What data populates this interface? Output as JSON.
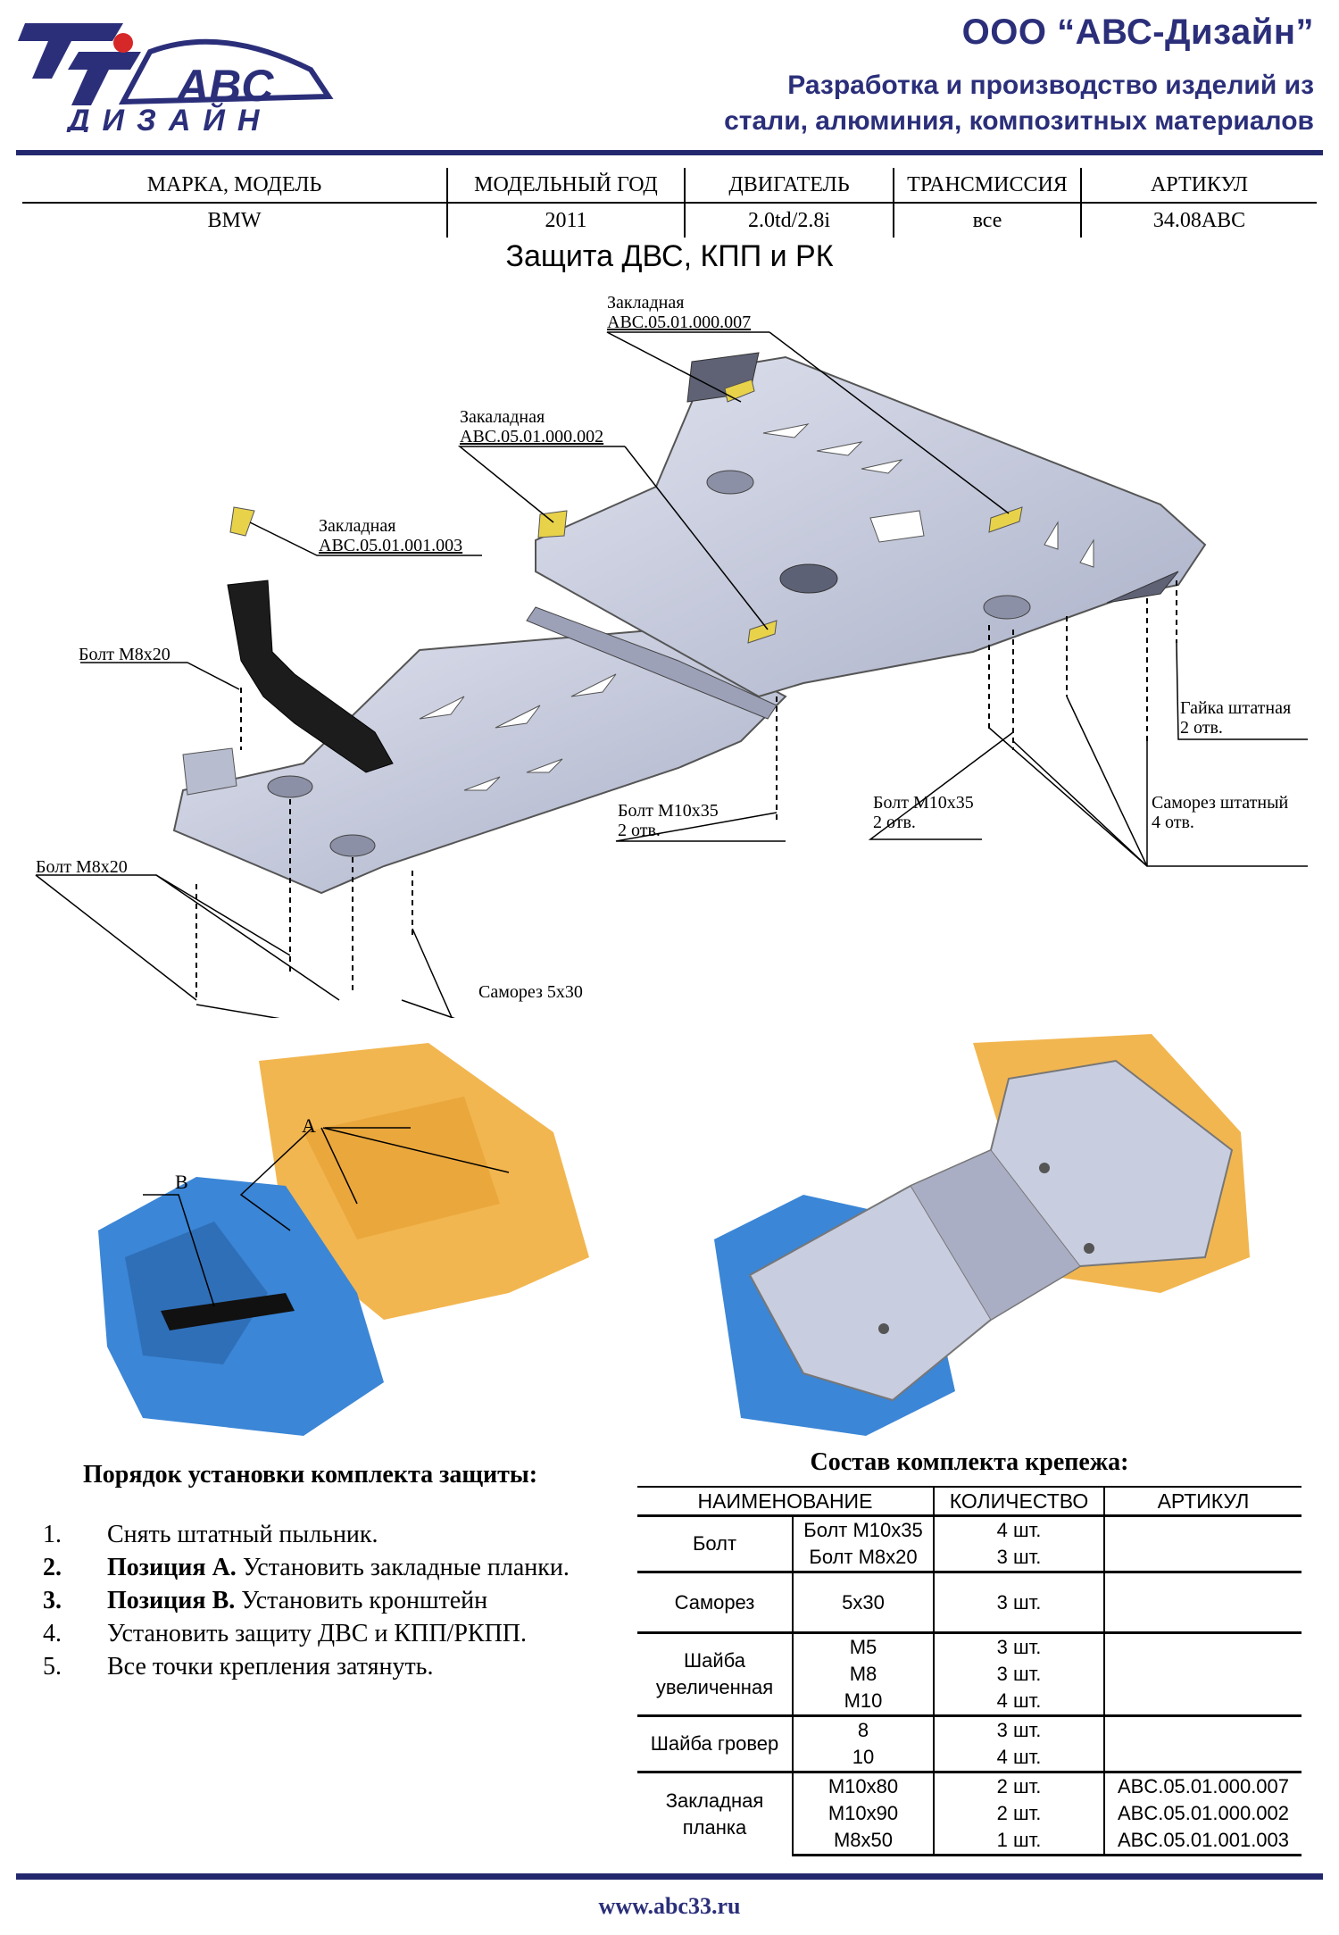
{
  "header": {
    "logo_text_top": "ABC",
    "logo_text_bottom": "ДИЗАЙН",
    "company": "ООО “АВС-Дизайн”",
    "tagline_line1": "Разработка и производство изделий из",
    "tagline_line2": "стали, алюминия, композитных материалов"
  },
  "spec": {
    "headers": [
      "МАРКА, МОДЕЛЬ",
      "МОДЕЛЬНЫЙ ГОД",
      "ДВИГАТЕЛЬ",
      "ТРАНСМИССИЯ",
      "АРТИКУЛ"
    ],
    "values": [
      "BMW",
      "2011",
      "2.0td/2.8i",
      "все",
      "34.08ABC"
    ]
  },
  "title": "Защита ДВС, КПП и РК",
  "diagram_labels": {
    "zakl1_name": "Закладная",
    "zakl1_code": "ABC.05.01.000.007",
    "zakl2_name": "Закаладная",
    "zakl2_code": "ABC.05.01.000.002",
    "zakl3_name": "Закладная",
    "zakl3_code": "ABC.05.01.001.003",
    "bolt_m8_top": "Болт М8х20",
    "bolt_m8_bottom": "Болт М8х20",
    "samorez": "Саморез 5х30",
    "bolt_m10_a": "Болт М10х35",
    "bolt_m10_a_holes": "2 отв.",
    "bolt_m10_b": "Болт М10х35",
    "bolt_m10_b_holes": "2 отв.",
    "nut": "Гайка штатная",
    "nut_holes": "2 отв.",
    "samorez_std": "Саморез штатный",
    "samorez_std_holes": "4 отв."
  },
  "photo_labels": {
    "a": "A",
    "b": "B"
  },
  "install": {
    "heading": "Порядок установки комплекта защиты:",
    "steps": [
      {
        "num": "1.",
        "bold": "",
        "text": "Снять штатный пыльник."
      },
      {
        "num": "2.",
        "bold": "Позиция А.",
        "text": " Установить закладные планки."
      },
      {
        "num": "3.",
        "bold": "Позиция В.",
        "text": " Установить кронштейн"
      },
      {
        "num": "4.",
        "bold": "",
        "text": "Установить защиту ДВС и КПП/РКПП."
      },
      {
        "num": "5.",
        "bold": "",
        "text": "Все точки крепления затянуть."
      }
    ]
  },
  "kit": {
    "heading": "Состав комплекта крепежа:",
    "columns": [
      "НАИМЕНОВАНИЕ",
      "КОЛИЧЕСТВО",
      "АРТИКУЛ"
    ],
    "rows": [
      {
        "name": "Болт",
        "sizes": [
          "Болт М10х35",
          "Болт М8х20"
        ],
        "qty": [
          "4 шт.",
          "3 шт."
        ],
        "art": [
          "",
          ""
        ]
      },
      {
        "name": "Саморез",
        "sizes": [
          "5х30"
        ],
        "qty": [
          "3 шт."
        ],
        "art": [
          ""
        ]
      },
      {
        "name": "Шайба увеличенная",
        "sizes": [
          "М5",
          "М8",
          "М10"
        ],
        "qty": [
          "3 шт.",
          "3 шт.",
          "4 шт."
        ],
        "art": [
          "",
          "",
          ""
        ]
      },
      {
        "name": "Шайба гровер",
        "sizes": [
          "8",
          "10"
        ],
        "qty": [
          "3 шт.",
          "4 шт."
        ],
        "art": [
          "",
          ""
        ]
      },
      {
        "name": "Закладная планка",
        "sizes": [
          "М10х80",
          "М10х90",
          "М8х50"
        ],
        "qty": [
          "2 шт.",
          "2 шт.",
          "1 шт."
        ],
        "art": [
          "ABC.05.01.000.007",
          "ABC.05.01.000.002",
          "ABC.05.01.001.003"
        ]
      }
    ]
  },
  "footer": {
    "url": "www.abc33.ru"
  },
  "colors": {
    "brand": "#2b2f7a",
    "plate": "#c9cde0",
    "yellow": "#e8d24a",
    "car_blue": "#3b86d6",
    "car_orange": "#f2b650"
  }
}
